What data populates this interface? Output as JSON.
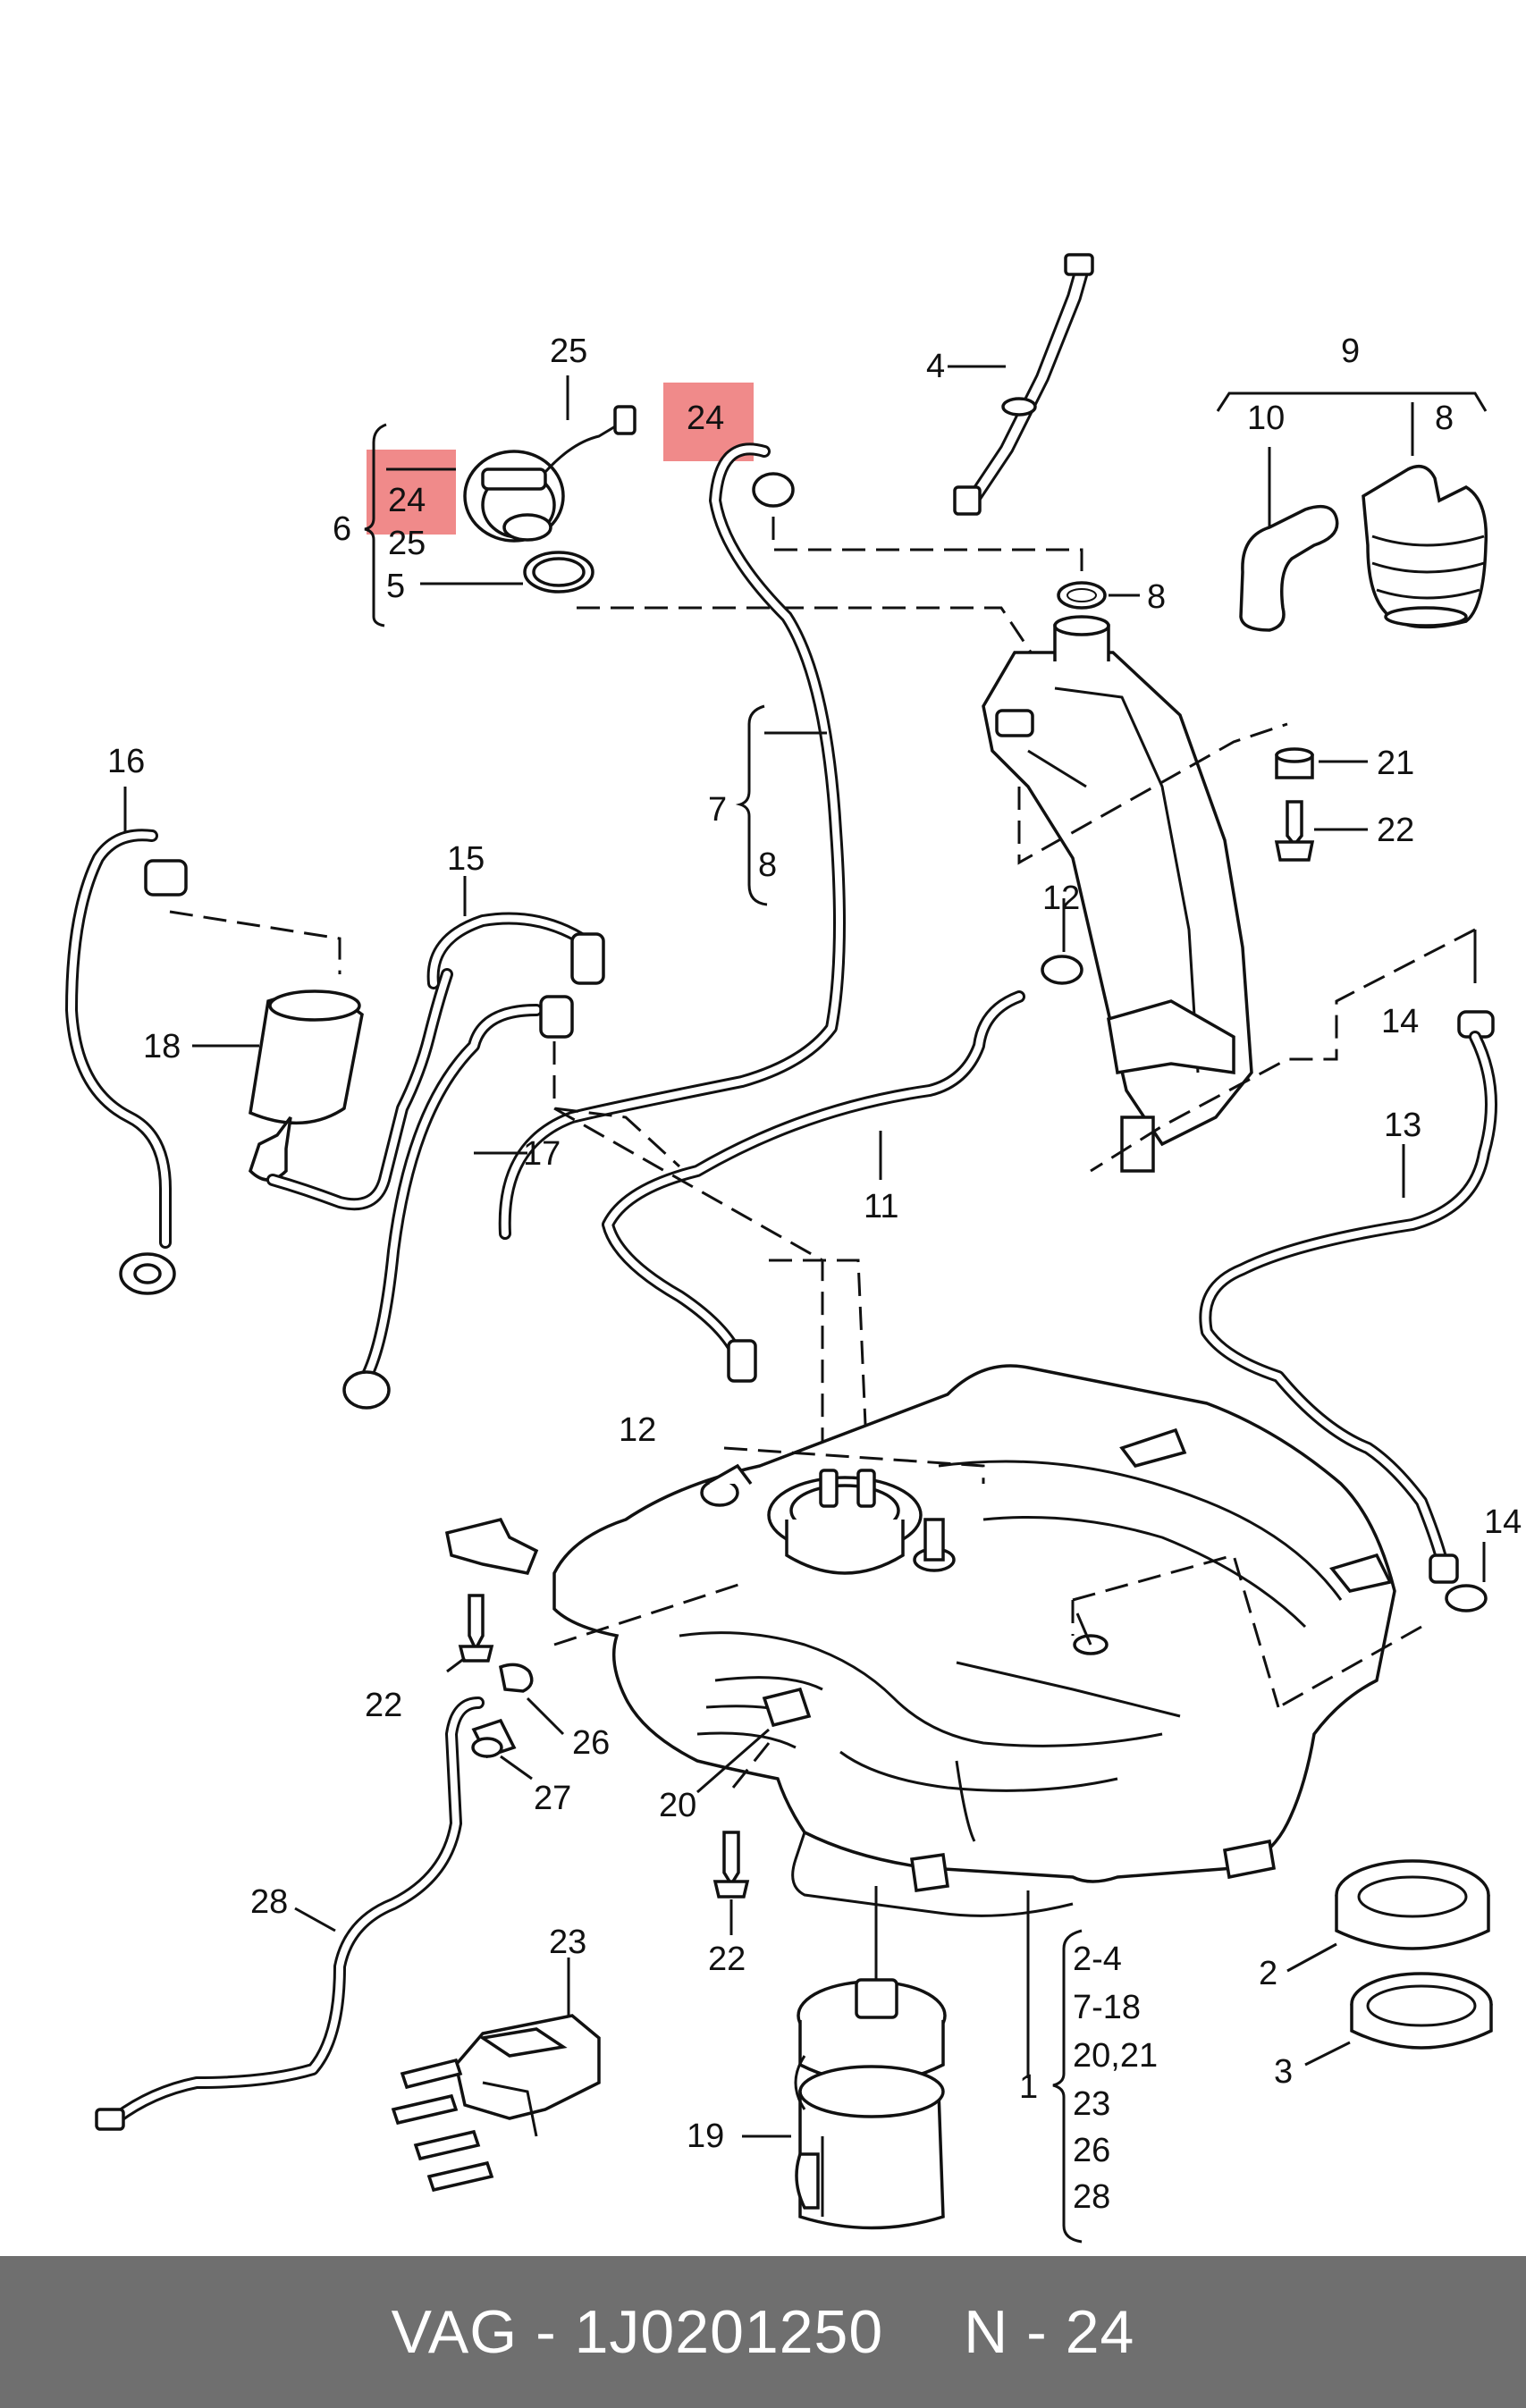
{
  "highlight_color": "#f08a8a",
  "footer": {
    "part_number": "VAG - 1J0201250",
    "position": "N - 24"
  },
  "labels": {
    "n25a": "25",
    "n24a": "24",
    "n24b": "24",
    "n25b": "25",
    "n6": "6",
    "n5": "5",
    "n4": "4",
    "n9": "9",
    "n10": "10",
    "n8a": "8",
    "n8b": "8",
    "n7": "7",
    "n8c": "8",
    "n21": "21",
    "n22a": "22",
    "n16": "16",
    "n15": "15",
    "n12a": "12",
    "n18": "18",
    "n17": "17",
    "n14a": "14",
    "n13": "13",
    "n11": "11",
    "n12b": "12",
    "n14b": "14",
    "n22b": "22",
    "n26": "26",
    "n27": "27",
    "n20": "20",
    "n22c": "22",
    "n28": "28",
    "n23": "23",
    "n2": "2",
    "n3": "3",
    "n19": "19",
    "n1": "1"
  },
  "group_list": [
    "2-4",
    "7-18",
    "20,21",
    "23",
    "26",
    "28"
  ]
}
